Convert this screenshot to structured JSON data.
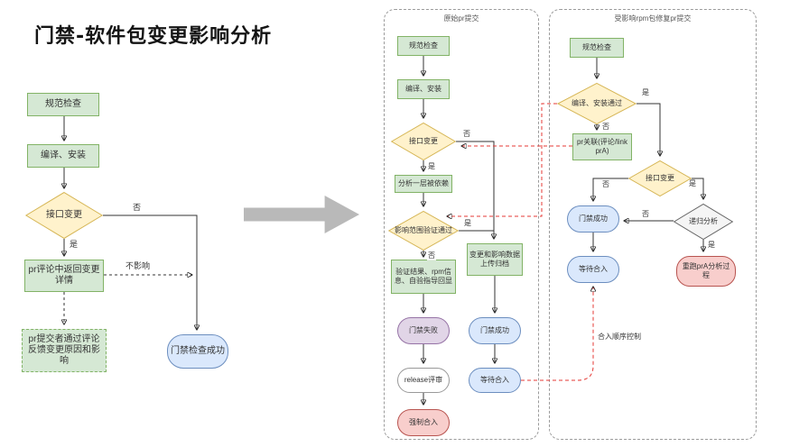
{
  "title": "门禁-软件包变更影响分析",
  "colors": {
    "green_fill": "#d5e8d4",
    "green_border": "#82b366",
    "yellow_fill": "#fff2cc",
    "yellow_border": "#d6b656",
    "blue_fill": "#dae8fc",
    "blue_border": "#6c8ebf",
    "purple_fill": "#e1d5e7",
    "purple_border": "#9673a6",
    "red_fill": "#f8cecc",
    "red_border": "#b85450",
    "gray_fill": "#f5f5f5",
    "gray_border": "#666666",
    "line": "#333333",
    "red_line": "#e53935"
  },
  "left_flow": {
    "spec_check": "规范检查",
    "compile_install": "编译、安装",
    "interface_change": "接口变更",
    "pr_comment_detail": "pr评论中返回变更详情",
    "pr_feedback": "pr提交者通过评论反馈变更原因和影响",
    "gate_success": "门禁检查成功",
    "label_yes": "是",
    "label_no": "否",
    "label_no_impact": "不影响"
  },
  "original_pr": {
    "title": "原始pr提交",
    "spec_check": "规范检查",
    "compile_install": "编译、安装",
    "interface_change": "接口变更",
    "analyze_dependents": "分析一层被依赖",
    "impact_validation": "影响范围验证通过",
    "result_echo": "验证结果、rpm信息、自验指导回显",
    "upload_archive": "变更和影响数据上传归档",
    "gate_fail": "门禁失败",
    "gate_success": "门禁成功",
    "release_review": "release评审",
    "wait_merge": "等待合入",
    "force_merge": "强制合入",
    "label_yes": "是",
    "label_no": "否"
  },
  "fix_pr": {
    "title": "受影响rpm包修复pr提交",
    "spec_check": "规范检查",
    "compile_pass": "编译、安装通过",
    "pr_link": "pr关联(评论/link prA)",
    "interface_change": "接口变更",
    "gate_success": "门禁成功",
    "recursive_analysis": "递归分析",
    "wait_merge": "等待合入",
    "rerun_analysis": "重跑prA分析过程",
    "label_yes": "是",
    "label_no": "否",
    "merge_order_note": "合入顺序控制"
  }
}
